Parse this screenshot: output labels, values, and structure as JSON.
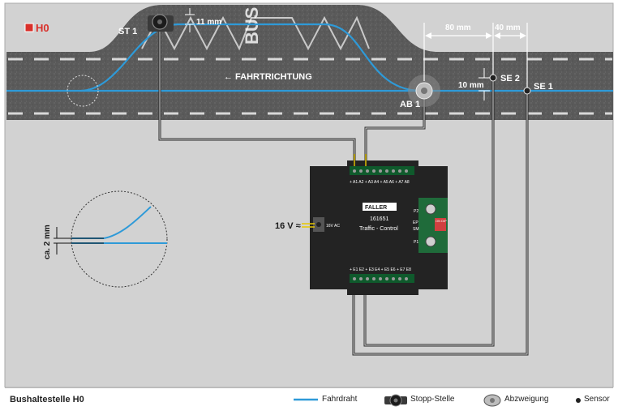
{
  "scale_badge": "H0",
  "direction_label": "← FAHRTRICHTUNG",
  "road_text": "BUS",
  "stations": {
    "stop": "ST 1",
    "branch": "AB 1",
    "sensor2": "SE 2",
    "sensor1": "SE 1"
  },
  "dimensions": {
    "stop_offset": "11 mm",
    "branch_distance": "80 mm",
    "sensor_spacing": "40 mm",
    "sensor_offset": "10 mm",
    "wire_gap": "ca. 2 mm"
  },
  "power_label": "16 V ≈",
  "module": {
    "brand": "FALLER",
    "part_number": "161651",
    "name": "Traffic - Control",
    "top_terminals": "+ A1 A2 + A3 A4 + A5 A6 + A7 A8",
    "bottom_terminals": "+ E1 E2 + E3 E4 + E5 E6 + E7 E8",
    "power_terminal": "16V AC",
    "p2": "P2",
    "dip": "ON DIP",
    "ep": "EP",
    "sm": "SM",
    "p1": "P1"
  },
  "footer": {
    "title": "Bushaltestelle H0",
    "legend": {
      "wire": "Fahrdraht",
      "stop": "Stopp-Stelle",
      "branch": "Abzweigung",
      "sensor": "Sensor"
    }
  },
  "colors": {
    "road": "#5c5c5c",
    "background": "#d2d2d2",
    "wire": "#2e9ad8",
    "badge": "#d9302a",
    "module": "#232323"
  }
}
